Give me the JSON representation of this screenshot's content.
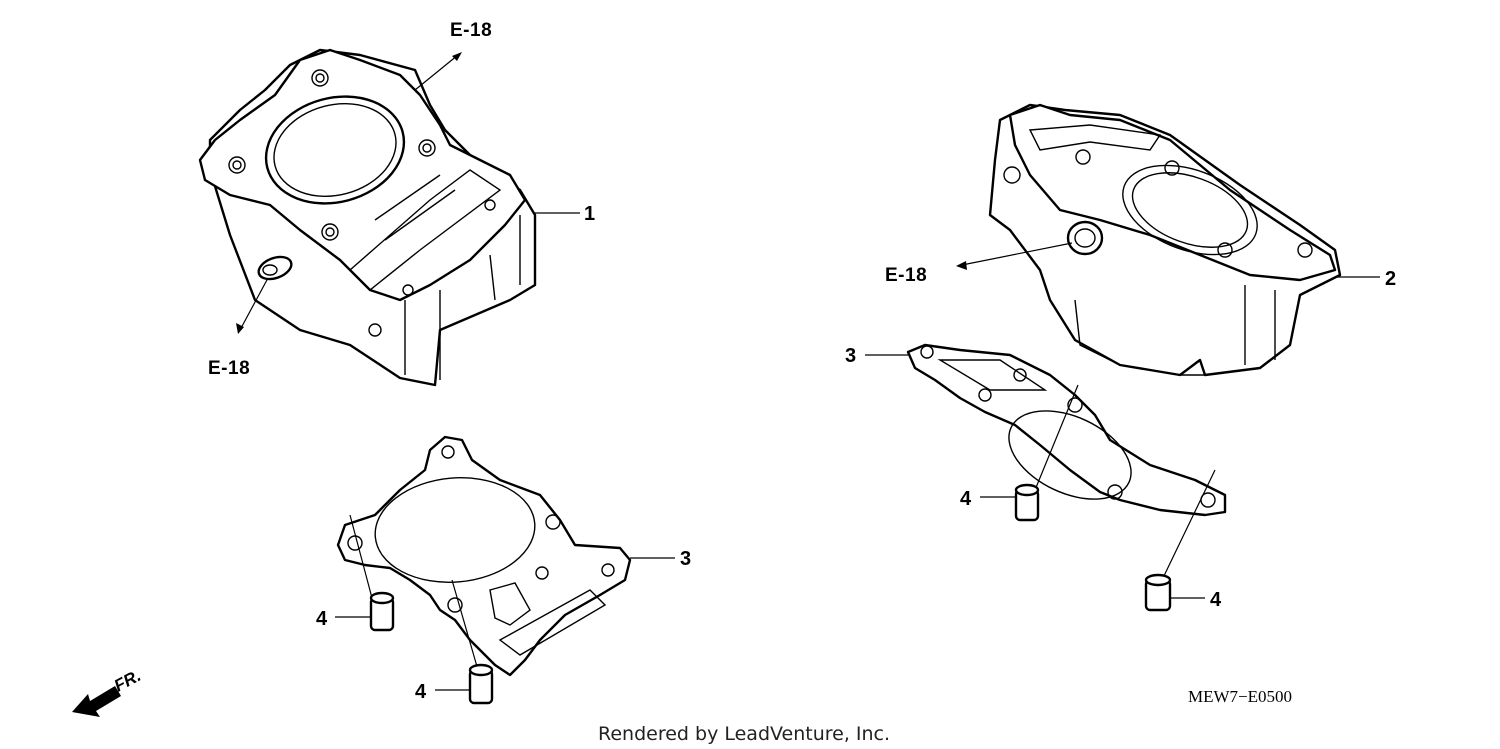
{
  "diagram": {
    "callouts": {
      "c1": "1",
      "c2": "2",
      "c3_left": "3",
      "c3_right": "3",
      "c4_a": "4",
      "c4_b": "4",
      "c4_c": "4",
      "c4_d": "4"
    },
    "references": {
      "ref_top": "E-18",
      "ref_left": "E-18",
      "ref_right": "E-18"
    },
    "direction_label": "FR.",
    "diagram_code": "MEW7−E0500",
    "credit": "Rendered by LeadVenture, Inc."
  }
}
